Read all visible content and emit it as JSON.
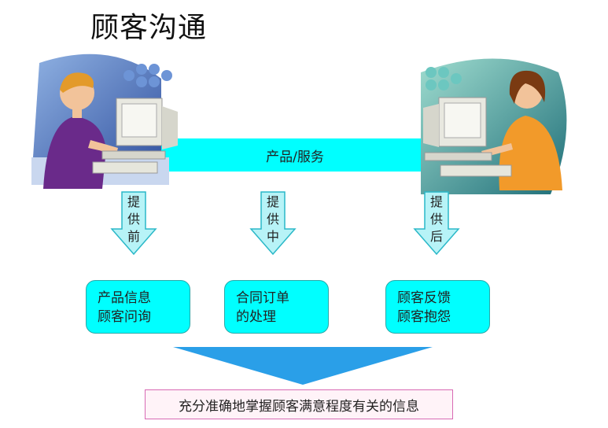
{
  "title": "顾客沟通",
  "band": {
    "label": "产品/服务"
  },
  "stages": [
    {
      "chars": [
        "提",
        "供",
        "前"
      ],
      "lines": [
        "产品信息",
        "顾客问询"
      ]
    },
    {
      "chars": [
        "提",
        "供",
        "中"
      ],
      "lines": [
        "合同订单",
        "的处理"
      ]
    },
    {
      "chars": [
        "提",
        "供",
        "后"
      ],
      "lines": [
        "顾客反馈",
        "顾客抱怨"
      ]
    }
  ],
  "conclusion": "充分准确地掌握顾客满意程度有关的信息",
  "colors": {
    "cyan": "#00ffff",
    "arrow_fill": "#b7f3f7",
    "arrow_stroke": "#2ab8c8",
    "big_arrow": "#2a9fe8",
    "conclusion_border": "#d86ab4"
  }
}
